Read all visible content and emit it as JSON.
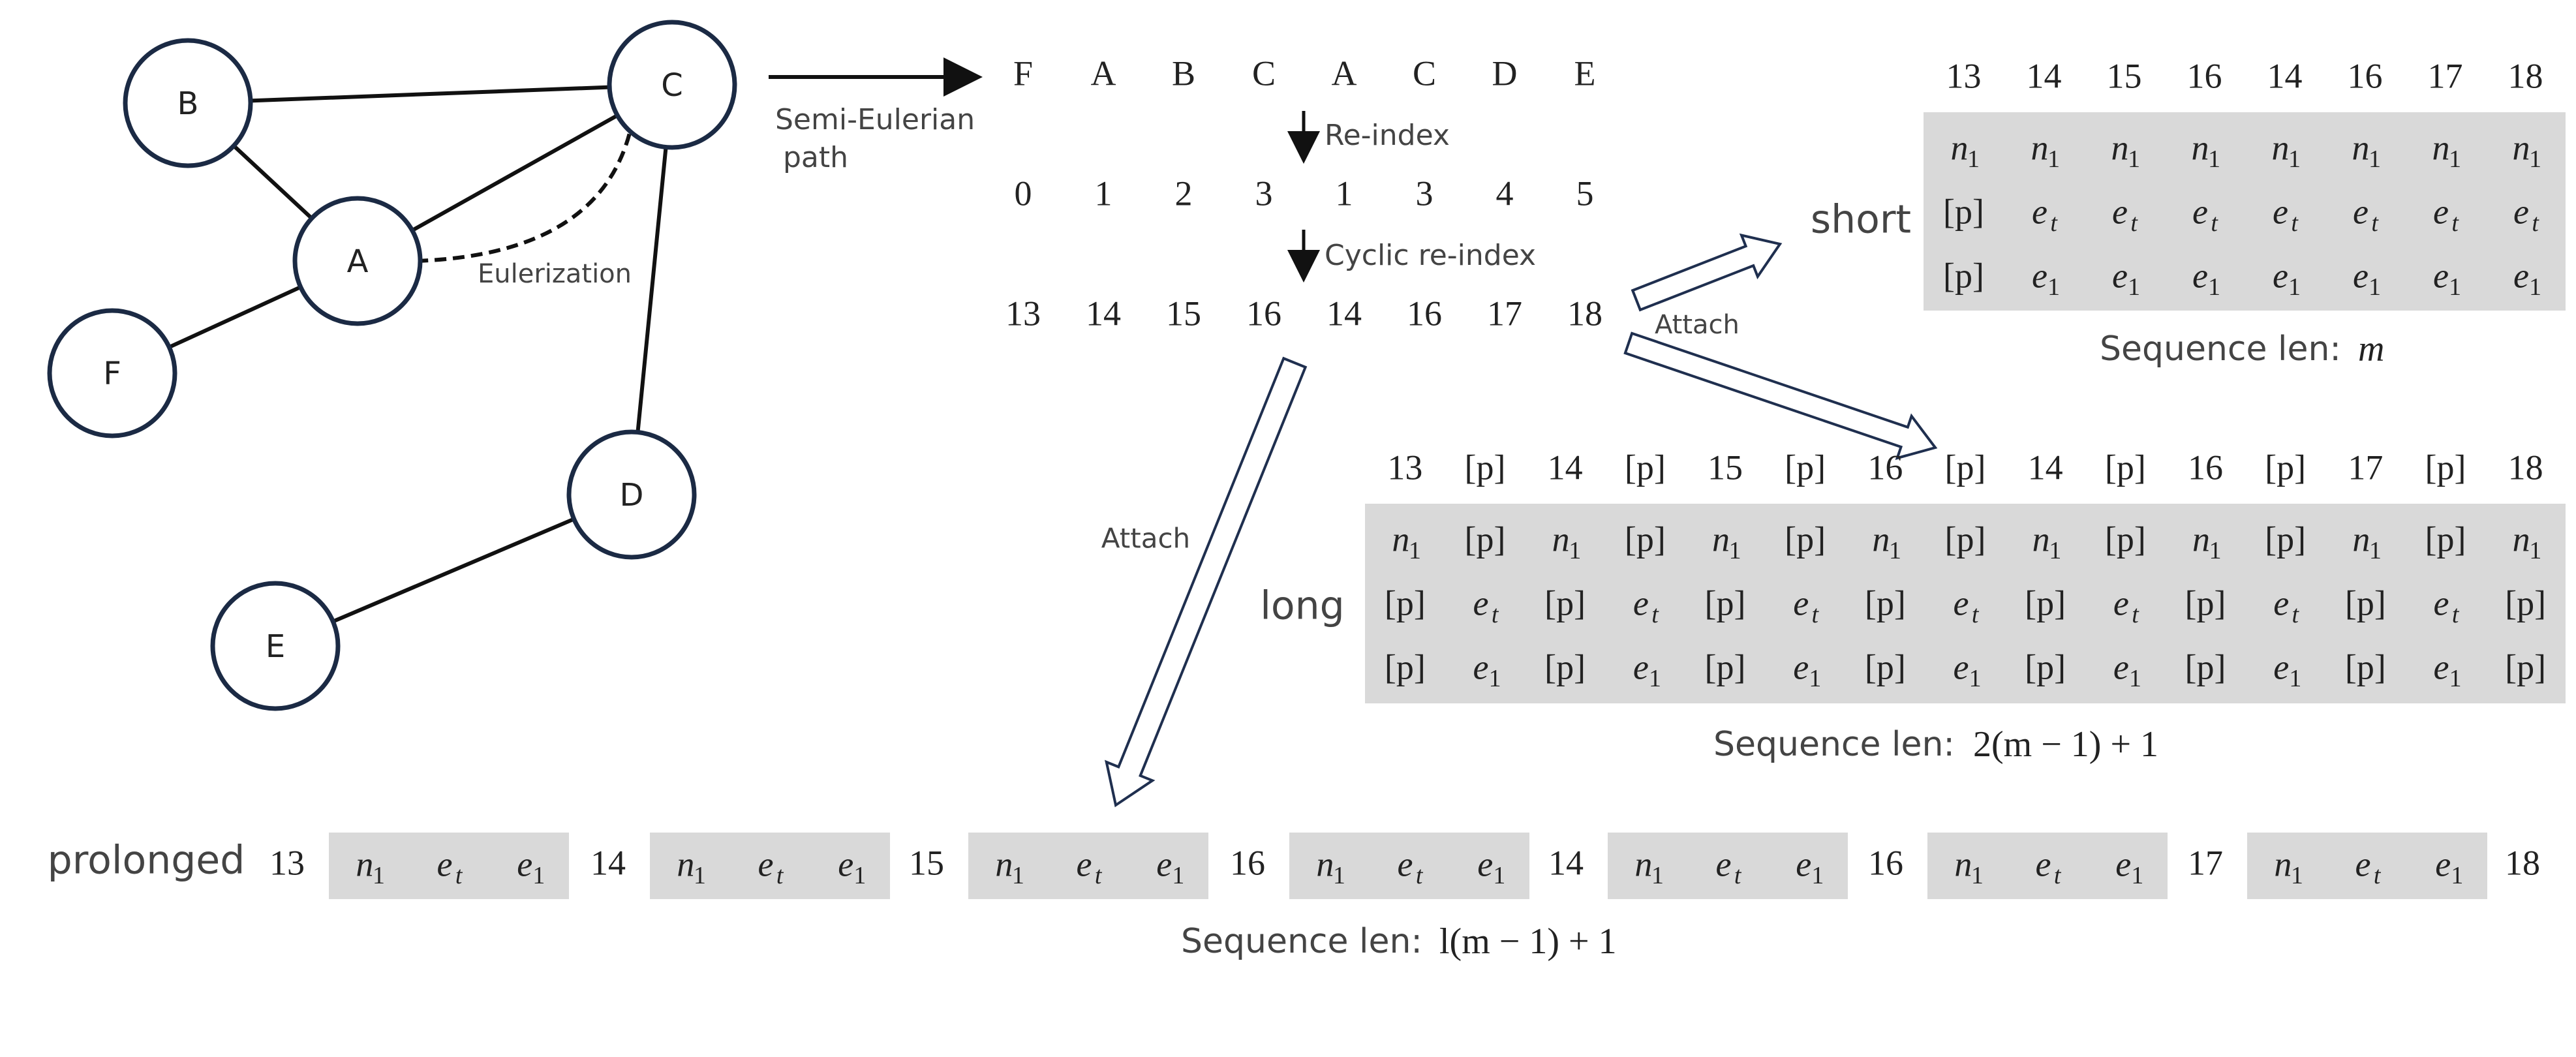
{
  "colors": {
    "node_stroke": "#1b2a44",
    "edge": "#111111",
    "arrow_outline": "#1f2f4f",
    "cell_fill": "#d9d9d9",
    "text": "#222222",
    "label_text": "#444444"
  },
  "graph": {
    "nodes": [
      "B",
      "C",
      "A",
      "F",
      "D",
      "E"
    ],
    "edges": [
      [
        "B",
        "C"
      ],
      [
        "B",
        "A"
      ],
      [
        "A",
        "C"
      ],
      [
        "A",
        "F"
      ],
      [
        "C",
        "D"
      ],
      [
        "D",
        "E"
      ]
    ],
    "eulerization_edge": [
      "A",
      "C"
    ],
    "eulerization_label": "Eulerization"
  },
  "path": {
    "arrow_label_line1": "Semi-Eulerian",
    "arrow_label_line2": "path",
    "letters": [
      "F",
      "A",
      "B",
      "C",
      "A",
      "C",
      "D",
      "E"
    ],
    "reindex_label": "Re-index",
    "reindexed": [
      "0",
      "1",
      "2",
      "3",
      "1",
      "3",
      "4",
      "5"
    ],
    "cyclic_label": "Cyclic re-index",
    "cyclic": [
      "13",
      "14",
      "15",
      "16",
      "14",
      "16",
      "17",
      "18"
    ],
    "attach_label_right": "Attach",
    "attach_label_down": "Attach"
  },
  "short": {
    "label": "short",
    "header": [
      "13",
      "14",
      "15",
      "16",
      "14",
      "16",
      "17",
      "18"
    ],
    "rows": [
      [
        "n",
        "n",
        "n",
        "n",
        "n",
        "n",
        "n",
        "n"
      ],
      [
        "[p]",
        "et",
        "et",
        "et",
        "et",
        "et",
        "et",
        "et"
      ],
      [
        "[p]",
        "e1",
        "e1",
        "e1",
        "e1",
        "e1",
        "e1",
        "e1"
      ]
    ],
    "caption_prefix": "Sequence len: ",
    "caption_expr": "m"
  },
  "long": {
    "label": "long",
    "header": [
      "13",
      "[p]",
      "14",
      "[p]",
      "15",
      "[p]",
      "16",
      "[p]",
      "14",
      "[p]",
      "16",
      "[p]",
      "17",
      "[p]",
      "18"
    ],
    "rows": [
      [
        "n",
        "[p]",
        "n",
        "[p]",
        "n",
        "[p]",
        "n",
        "[p]",
        "n",
        "[p]",
        "n",
        "[p]",
        "n",
        "[p]",
        "n"
      ],
      [
        "[p]",
        "et",
        "[p]",
        "et",
        "[p]",
        "et",
        "[p]",
        "et",
        "[p]",
        "et",
        "[p]",
        "et",
        "[p]",
        "et",
        "[p]"
      ],
      [
        "[p]",
        "e1",
        "[p]",
        "e1",
        "[p]",
        "e1",
        "[p]",
        "e1",
        "[p]",
        "e1",
        "[p]",
        "e1",
        "[p]",
        "e1",
        "[p]"
      ]
    ],
    "caption_prefix": "Sequence len: ",
    "caption_expr": "2(m − 1) + 1"
  },
  "prolonged": {
    "label": "prolonged",
    "numbers": [
      "13",
      "14",
      "15",
      "16",
      "14",
      "16",
      "17",
      "18"
    ],
    "block": [
      "n",
      "et",
      "e1"
    ],
    "caption_prefix": "Sequence len: ",
    "caption_expr": "l(m − 1) + 1"
  }
}
